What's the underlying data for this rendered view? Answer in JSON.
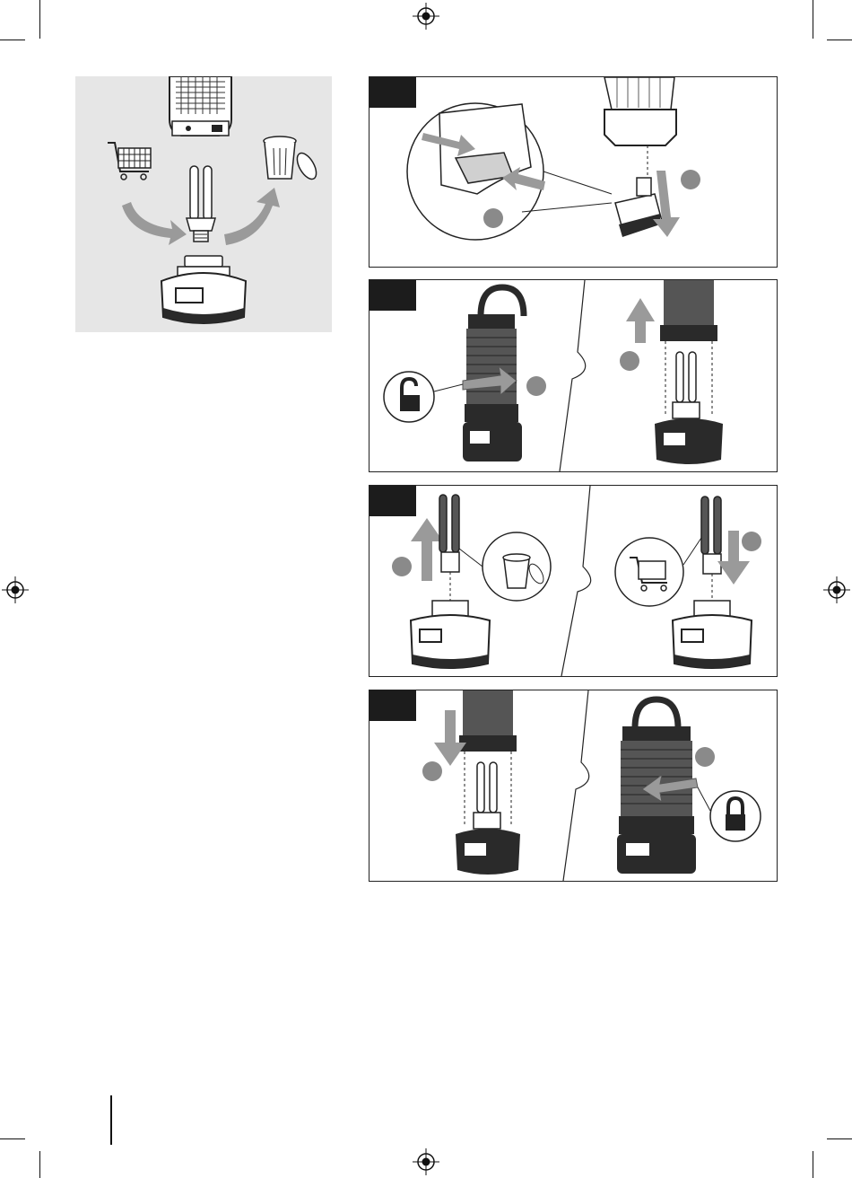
{
  "page": {
    "kind": "instruction-manual-illustration-page"
  },
  "overview": {
    "icons": [
      "shopping-cart-icon",
      "trash-bin-icon",
      "uv-bulb-icon",
      "lantern-base-icon",
      "lantern-top-icon"
    ]
  },
  "panels": [
    {
      "id": "panel-1",
      "icons": [
        "mesh-cover-icon",
        "magnifier-circle",
        "clip-part-icon",
        "arrow-down-icon"
      ]
    },
    {
      "id": "panel-2",
      "icons": [
        "unlock-icon",
        "rotate-arrow-icon",
        "arrow-up-icon",
        "uv-bulb-icon"
      ]
    },
    {
      "id": "panel-3",
      "icons": [
        "arrow-up-icon",
        "trash-bin-icon",
        "shopping-cart-icon",
        "arrow-down-icon"
      ]
    },
    {
      "id": "panel-4",
      "icons": [
        "arrow-down-icon",
        "lock-icon",
        "rotate-arrow-icon"
      ]
    }
  ],
  "colors": {
    "overview_bg": "#e6e6e6",
    "tab": "#1c1c1c",
    "step_circle": "#8a8a8a",
    "arrow": "#9a9a9a",
    "device": "#2a2a2a"
  }
}
